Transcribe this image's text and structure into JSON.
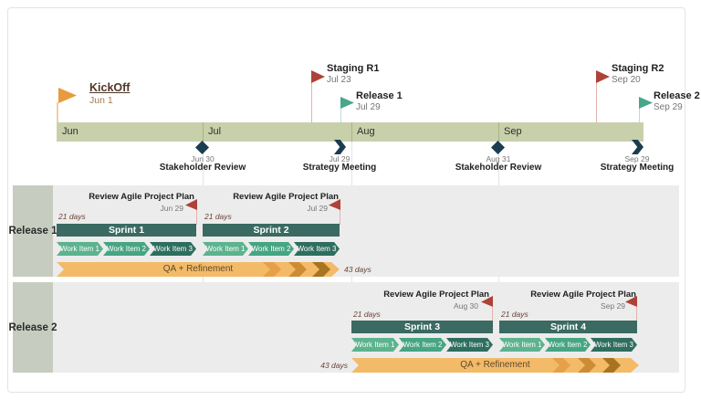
{
  "palette": {
    "band": "#c8d0ab",
    "lane_background": "#ececec",
    "lane_label_background": "#c6ccc0",
    "sprint_bar": "#3a6a62",
    "work_item_colors": [
      "#5cb38e",
      "#46a583",
      "#2e6e5e"
    ],
    "qa_bar": "#f3ba68",
    "qa_chevron_colors": [
      "#e5a049",
      "#cd8c34",
      "#a8741f"
    ],
    "milestone_navy": "#1c3c51",
    "flag_red": "#ae4238",
    "flag_teal": "#47a78a",
    "flag_orange": "#e89b3d"
  },
  "timeline": {
    "months": [
      {
        "label": "Jun"
      },
      {
        "label": "Jul"
      },
      {
        "label": "Aug"
      },
      {
        "label": "Sep"
      }
    ],
    "top_milestones": [
      {
        "title": "KickOff",
        "date": "Jun 1",
        "flag": "orange"
      },
      {
        "title": "Staging R1",
        "date": "Jul 23",
        "flag": "red"
      },
      {
        "title": "Release 1",
        "date": "Jul 29",
        "flag": "teal"
      },
      {
        "title": "Staging R2",
        "date": "Sep 20",
        "flag": "red"
      },
      {
        "title": "Release 2",
        "date": "Sep 29",
        "flag": "teal"
      }
    ],
    "bottom_milestones": [
      {
        "title": "Stakeholder Review",
        "date": "Jun 30",
        "shape": "diamond"
      },
      {
        "title": "Strategy Meeting",
        "date": "Jul 29",
        "shape": "chevron"
      },
      {
        "title": "Stakeholder Review",
        "date": "Aug 31",
        "shape": "diamond"
      },
      {
        "title": "Strategy Meeting",
        "date": "Sep 29",
        "shape": "chevron"
      }
    ]
  },
  "work_item_labels": [
    "Work Item 1",
    "Work Item 2",
    "Work Item 3"
  ],
  "lanes": [
    {
      "label": "Release 1",
      "reviews": [
        {
          "title": "Review Agile Project Plan",
          "date": "Jun 29"
        },
        {
          "title": "Review Agile Project Plan",
          "date": "Jul 29"
        }
      ],
      "sprints": [
        {
          "name": "Sprint 1",
          "duration": "21 days"
        },
        {
          "name": "Sprint 2",
          "duration": "21 days"
        }
      ],
      "qa": {
        "label": "QA + Refinement",
        "duration": "43 days"
      }
    },
    {
      "label": "Release 2",
      "reviews": [
        {
          "title": "Review Agile Project Plan",
          "date": "Aug 30"
        },
        {
          "title": "Review Agile Project Plan",
          "date": "Sep 29"
        }
      ],
      "sprints": [
        {
          "name": "Sprint 3",
          "duration": "21 days"
        },
        {
          "name": "Sprint 4",
          "duration": "21 days"
        }
      ],
      "qa": {
        "label": "QA + Refinement",
        "duration": "43 days"
      }
    }
  ],
  "chart_data": {
    "type": "gantt",
    "time_axis": {
      "unit": "month",
      "ticks": [
        "Jun",
        "Jul",
        "Aug",
        "Sep"
      ]
    },
    "milestones": [
      {
        "name": "KickOff",
        "date": "Jun 1",
        "row": "timeline-top",
        "marker": "orange-flag"
      },
      {
        "name": "Staging R1",
        "date": "Jul 23",
        "row": "timeline-top",
        "marker": "red-flag"
      },
      {
        "name": "Release 1",
        "date": "Jul 29",
        "row": "timeline-top",
        "marker": "teal-flag"
      },
      {
        "name": "Staging R2",
        "date": "Sep 20",
        "row": "timeline-top",
        "marker": "red-flag"
      },
      {
        "name": "Release 2",
        "date": "Sep 29",
        "row": "timeline-top",
        "marker": "teal-flag"
      },
      {
        "name": "Stakeholder Review",
        "date": "Jun 30",
        "row": "timeline-bottom",
        "marker": "diamond"
      },
      {
        "name": "Strategy Meeting",
        "date": "Jul 29",
        "row": "timeline-bottom",
        "marker": "chevron"
      },
      {
        "name": "Stakeholder Review",
        "date": "Aug 31",
        "row": "timeline-bottom",
        "marker": "diamond"
      },
      {
        "name": "Strategy Meeting",
        "date": "Sep 29",
        "row": "timeline-bottom",
        "marker": "chevron"
      },
      {
        "name": "Review Agile Project Plan",
        "date": "Jun 29",
        "row": "Release 1",
        "marker": "red-flag"
      },
      {
        "name": "Review Agile Project Plan",
        "date": "Jul 29",
        "row": "Release 1",
        "marker": "red-flag"
      },
      {
        "name": "Review Agile Project Plan",
        "date": "Aug 30",
        "row": "Release 2",
        "marker": "red-flag"
      },
      {
        "name": "Review Agile Project Plan",
        "date": "Sep 29",
        "row": "Release 2",
        "marker": "red-flag"
      }
    ],
    "tasks": [
      {
        "lane": "Release 1",
        "name": "Sprint 1",
        "start": "Jun 1",
        "end": "Jun 29",
        "duration": "21 days"
      },
      {
        "lane": "Release 1",
        "name": "Sprint 2",
        "start": "Jul 1",
        "end": "Jul 29",
        "duration": "21 days"
      },
      {
        "lane": "Release 1",
        "name": "Work Item 1 / Work Item 2 / Work Item 3",
        "start": "Jun 1",
        "end": "Jun 29"
      },
      {
        "lane": "Release 1",
        "name": "Work Item 1 / Work Item 2 / Work Item 3",
        "start": "Jul 1",
        "end": "Jul 29"
      },
      {
        "lane": "Release 1",
        "name": "QA + Refinement",
        "start": "Jun 1",
        "end": "Jul 29",
        "duration": "43 days"
      },
      {
        "lane": "Release 2",
        "name": "Sprint 3",
        "start": "Aug 1",
        "end": "Aug 30",
        "duration": "21 days"
      },
      {
        "lane": "Release 2",
        "name": "Sprint 4",
        "start": "Sep 1",
        "end": "Sep 29",
        "duration": "21 days"
      },
      {
        "lane": "Release 2",
        "name": "Work Item 1 / Work Item 2 / Work Item 3",
        "start": "Aug 1",
        "end": "Aug 30"
      },
      {
        "lane": "Release 2",
        "name": "Work Item 1 / Work Item 2 / Work Item 3",
        "start": "Sep 1",
        "end": "Sep 29"
      },
      {
        "lane": "Release 2",
        "name": "QA + Refinement",
        "start": "Aug 1",
        "end": "Sep 29",
        "duration": "43 days"
      }
    ]
  }
}
